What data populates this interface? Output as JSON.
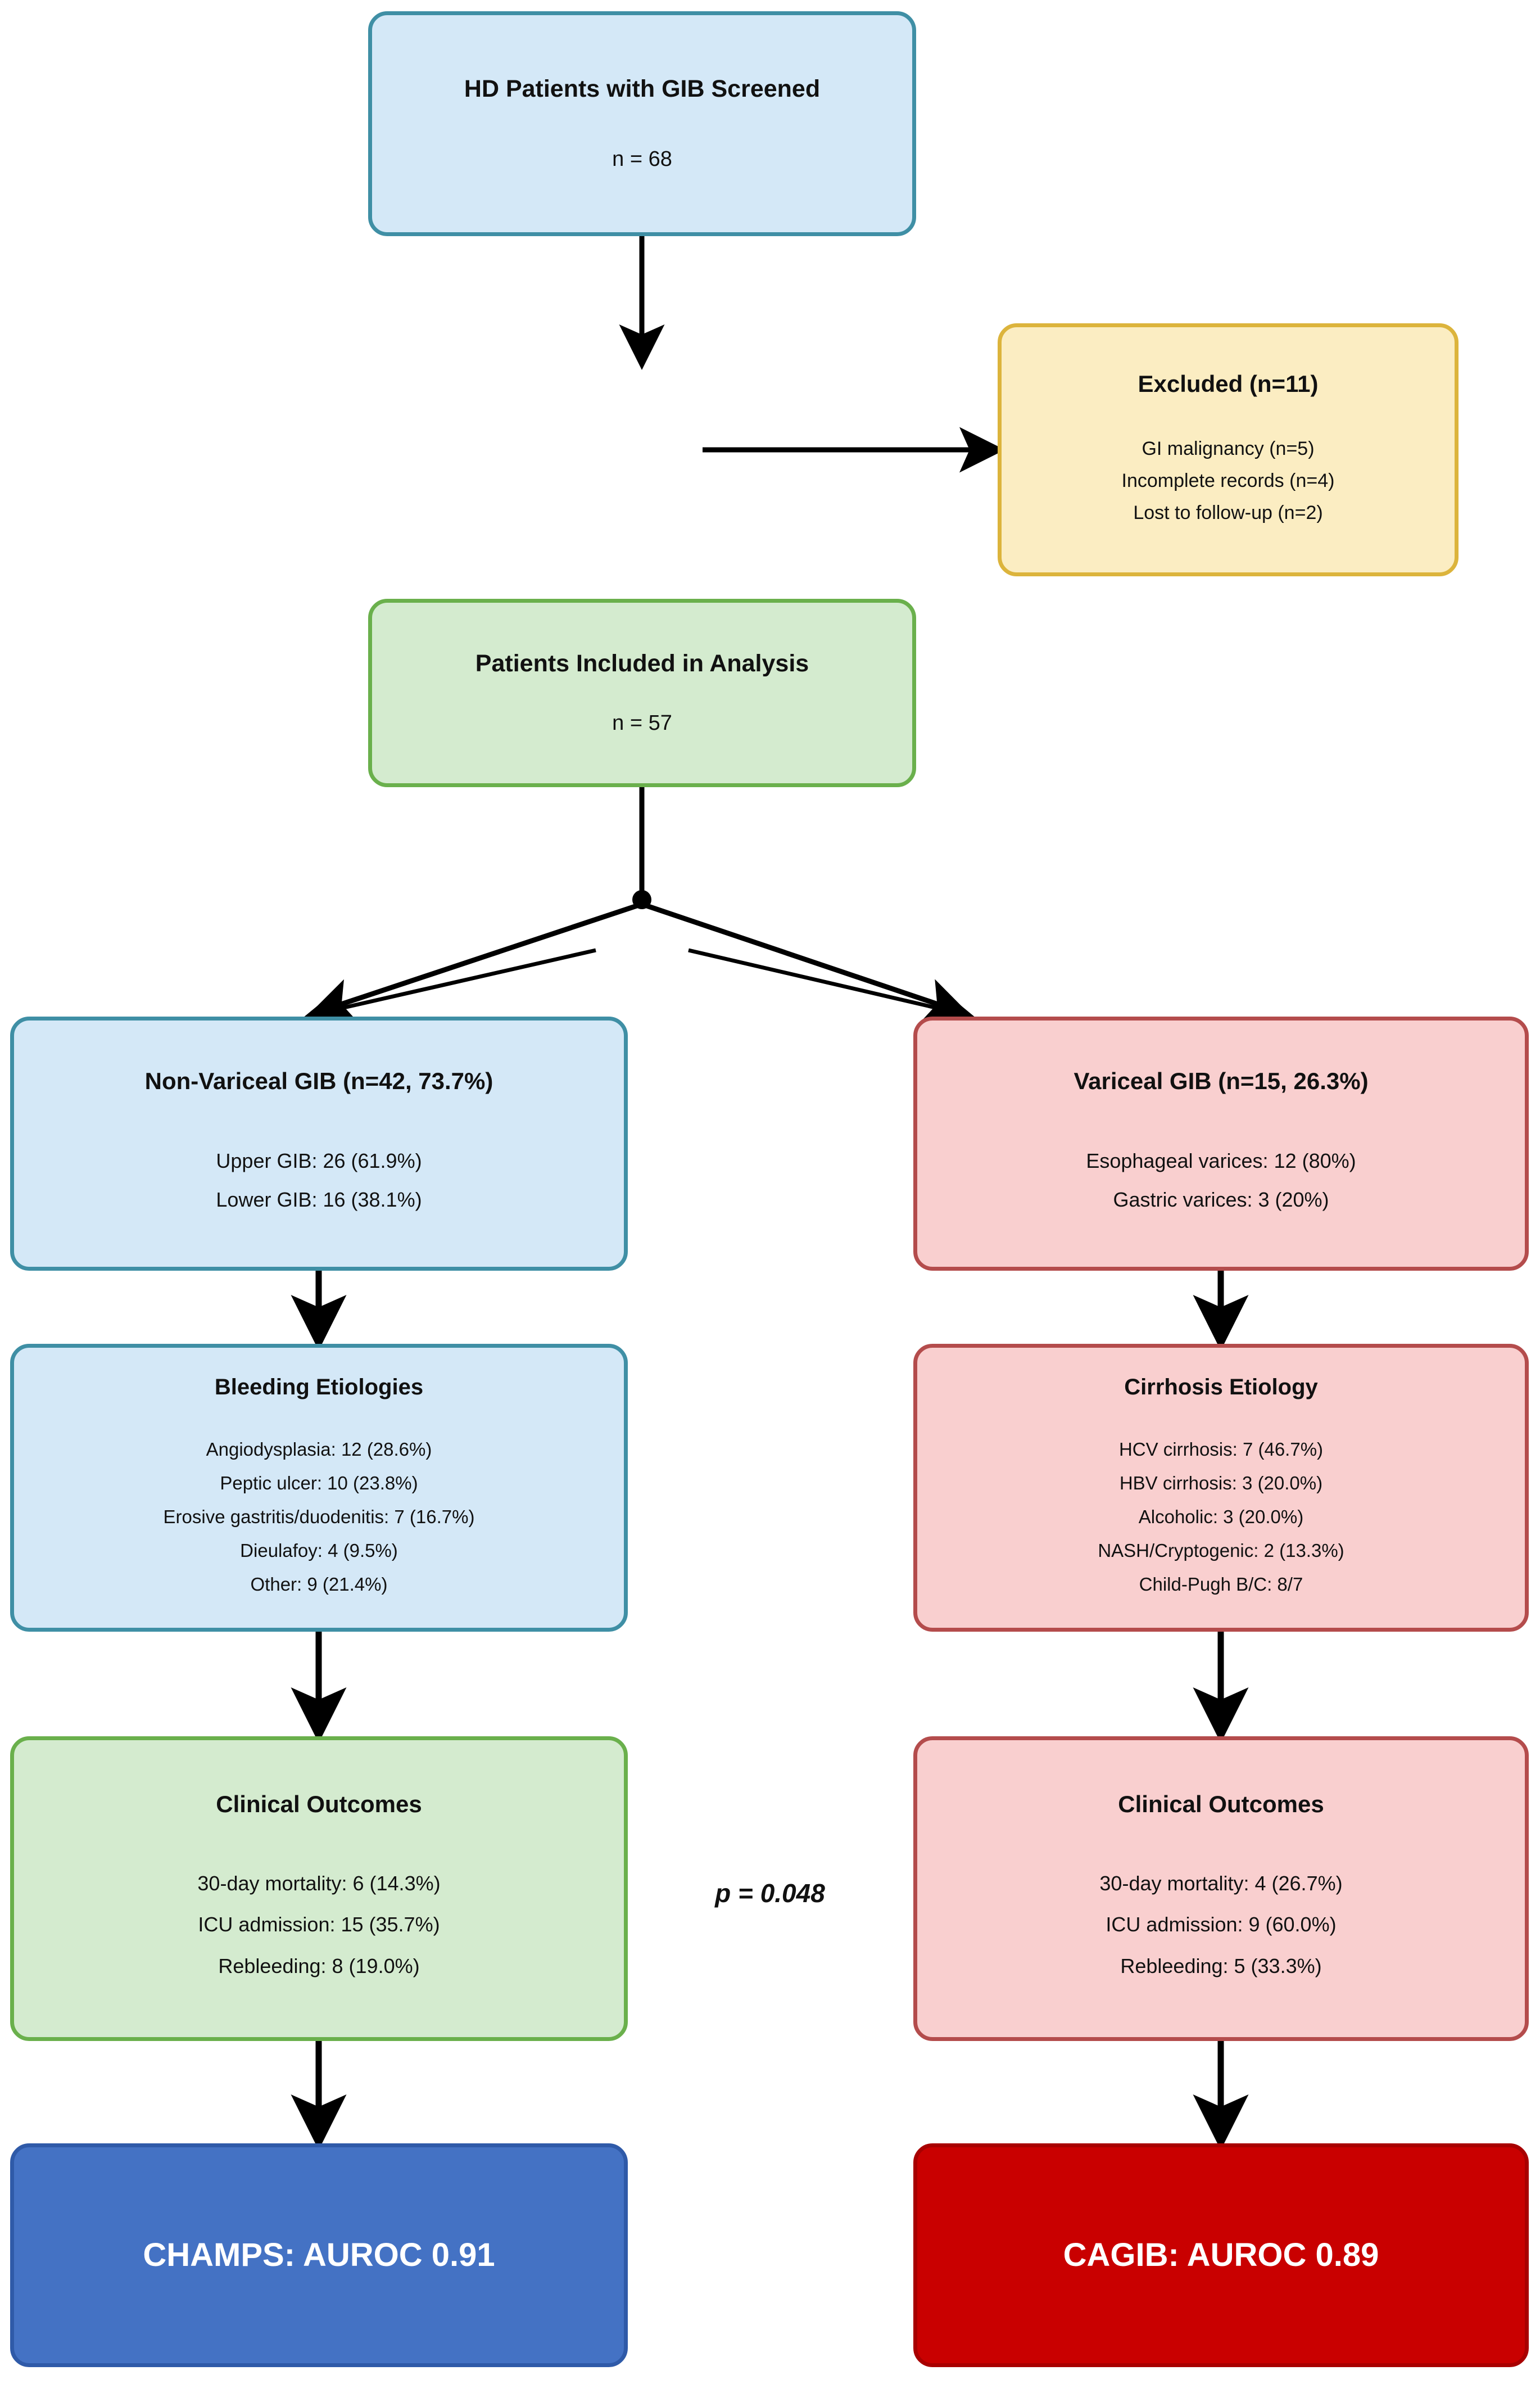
{
  "diagram": {
    "type": "flowchart",
    "title_absent": true,
    "p_value_annotation": "p = 0.048",
    "colors": {
      "blue_fill": "#d4e8f7",
      "blue_stroke": "#3f8fa5",
      "green_fill": "#d4ebcf",
      "green_stroke": "#6ab04c",
      "yellow_fill": "#fbedc2",
      "yellow_stroke": "#dcb43c",
      "pink_fill": "#f9cfcf",
      "pink_stroke": "#b44c4c",
      "champs_fill": "#4472c4",
      "cagib_fill": "#c90000",
      "edge_color": "#000000"
    }
  },
  "nodes": {
    "screened": {
      "title": "HD Patients with GIB Screened",
      "lines": [
        "n = 68"
      ]
    },
    "excluded": {
      "title": "Excluded (n=11)",
      "lines": [
        "GI malignancy (n=5)",
        "Incomplete records (n=4)",
        "Lost to follow-up (n=2)"
      ]
    },
    "included": {
      "title": "Patients Included in Analysis",
      "lines": [
        "n = 57"
      ]
    },
    "non_variceal": {
      "title": "Non-Variceal GIB (n=42, 73.7%)",
      "lines": [
        "Upper GIB: 26 (61.9%)",
        "Lower GIB: 16 (38.1%)"
      ]
    },
    "variceal": {
      "title": "Variceal GIB (n=15, 26.3%)",
      "lines": [
        "Esophageal varices: 12 (80%)",
        "Gastric varices: 3 (20%)"
      ]
    },
    "bleeding_etiologies": {
      "title": "Bleeding Etiologies",
      "lines": [
        "Angiodysplasia: 12 (28.6%)",
        "Peptic ulcer: 10 (23.8%)",
        "Erosive gastritis/duodenitis: 7 (16.7%)",
        "Dieulafoy: 4 (9.5%)",
        "Other: 9 (21.4%)"
      ]
    },
    "cirrhosis_etiology": {
      "title": "Cirrhosis Etiology",
      "lines": [
        "HCV cirrhosis: 7 (46.7%)",
        "HBV cirrhosis: 3 (20.0%)",
        "Alcoholic: 3 (20.0%)",
        "NASH/Cryptogenic: 2 (13.3%)",
        "Child-Pugh B/C: 8/7"
      ]
    },
    "outcomes_left": {
      "title": "Clinical Outcomes",
      "lines": [
        "30-day mortality: 6 (14.3%)",
        "ICU admission: 15 (35.7%)",
        "Rebleeding: 8 (19.0%)"
      ]
    },
    "outcomes_right": {
      "title": "Clinical Outcomes",
      "lines": [
        "30-day mortality: 4 (26.7%)",
        "ICU admission: 9 (60.0%)",
        "Rebleeding: 5 (33.3%)"
      ]
    },
    "champs": {
      "title": "CHAMPS: AUROC 0.91"
    },
    "cagib": {
      "title": "CAGIB: AUROC 0.89"
    }
  }
}
